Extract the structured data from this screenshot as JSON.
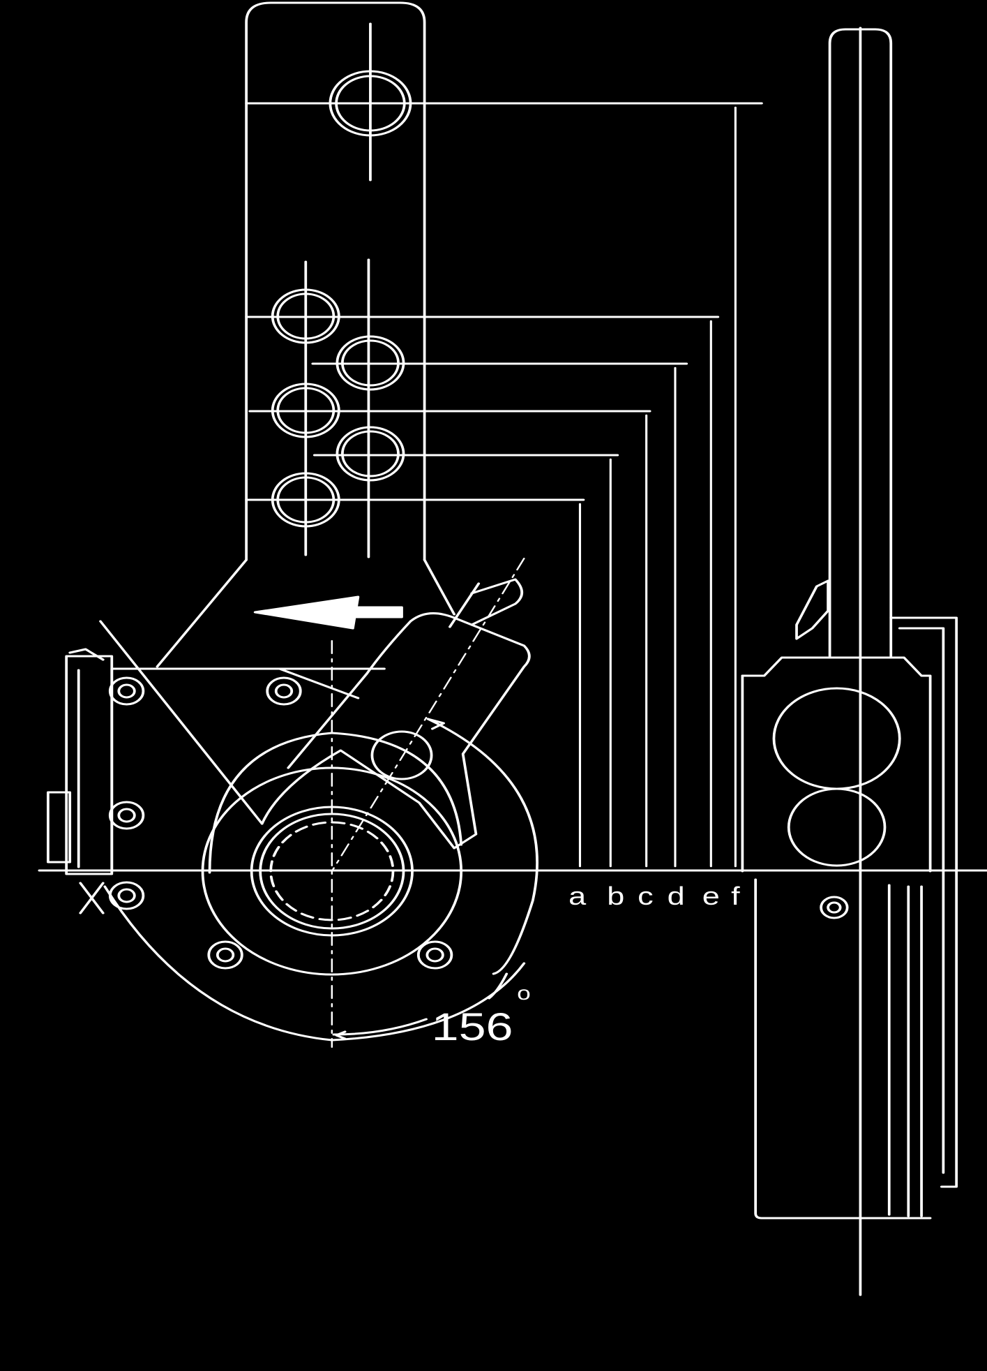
{
  "colors": {
    "background": "#000000",
    "line": "#ffffff"
  },
  "labels": {
    "a": "a",
    "b": "b",
    "c": "c",
    "d": "d",
    "e": "e",
    "f": "f"
  },
  "angle": {
    "value": "156",
    "unit": "o"
  }
}
